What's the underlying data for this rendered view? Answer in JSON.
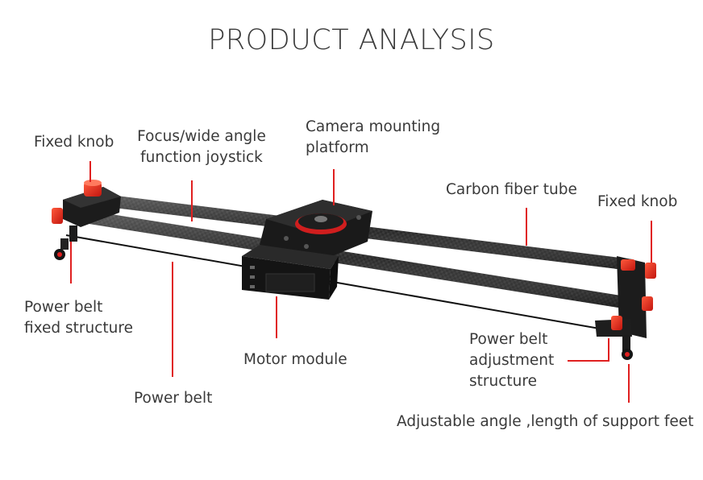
{
  "page": {
    "title": "PRODUCT ANALYSIS"
  },
  "colors": {
    "accent": "#e02020",
    "text": "#3a3a3a",
    "carbon": "#2b2b2b",
    "metal": "#1c1c1c"
  },
  "labels": {
    "fixed_knob_left": "Fixed knob",
    "joystick": "Focus/wide angle\nfunction joystick",
    "camera_platform": "Camera mounting\nplatform",
    "carbon_tube": "Carbon fiber tube",
    "fixed_knob_right": "Fixed knob",
    "power_belt_fixed": "Power belt\nfixed structure",
    "motor_module": "Motor module",
    "power_belt": "Power belt",
    "power_belt_adjust": "Power belt\nadjustment\nstructure",
    "support_feet": "Adjustable angle ,length of support feet"
  }
}
